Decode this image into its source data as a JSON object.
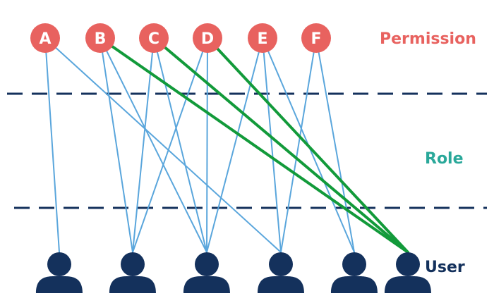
{
  "colors": {
    "permission_node": "#e8625f",
    "permission_label": "#e8625f",
    "role_label": "#2aa89a",
    "user_label": "#14315c",
    "user_icon": "#14315c",
    "dash_line": "#14315c",
    "blue_edge": "#5aa6dc",
    "green_edge": "#129a3a"
  },
  "layers": {
    "permission": "Permission",
    "role": "Role",
    "user": "User"
  },
  "permissions": [
    {
      "id": "A"
    },
    {
      "id": "B"
    },
    {
      "id": "C"
    },
    {
      "id": "D"
    },
    {
      "id": "E"
    },
    {
      "id": "F"
    }
  ],
  "users": [
    {
      "id": "U1"
    },
    {
      "id": "U2"
    },
    {
      "id": "U3"
    },
    {
      "id": "U4"
    },
    {
      "id": "U5"
    },
    {
      "id": "U6"
    }
  ],
  "edges": [
    {
      "from": "A",
      "to": "U1",
      "color": "blue"
    },
    {
      "from": "A",
      "to": "U4",
      "color": "blue"
    },
    {
      "from": "B",
      "to": "U2",
      "color": "blue"
    },
    {
      "from": "B",
      "to": "U3",
      "color": "blue"
    },
    {
      "from": "B",
      "to": "U6",
      "color": "green"
    },
    {
      "from": "C",
      "to": "U2",
      "color": "blue"
    },
    {
      "from": "C",
      "to": "U3",
      "color": "blue"
    },
    {
      "from": "C",
      "to": "U6",
      "color": "green"
    },
    {
      "from": "D",
      "to": "U2",
      "color": "blue"
    },
    {
      "from": "D",
      "to": "U3",
      "color": "blue"
    },
    {
      "from": "D",
      "to": "U6",
      "color": "green"
    },
    {
      "from": "E",
      "to": "U3",
      "color": "blue"
    },
    {
      "from": "E",
      "to": "U4",
      "color": "blue"
    },
    {
      "from": "E",
      "to": "U5",
      "color": "blue"
    },
    {
      "from": "F",
      "to": "U4",
      "color": "blue"
    },
    {
      "from": "F",
      "to": "U5",
      "color": "blue"
    }
  ]
}
